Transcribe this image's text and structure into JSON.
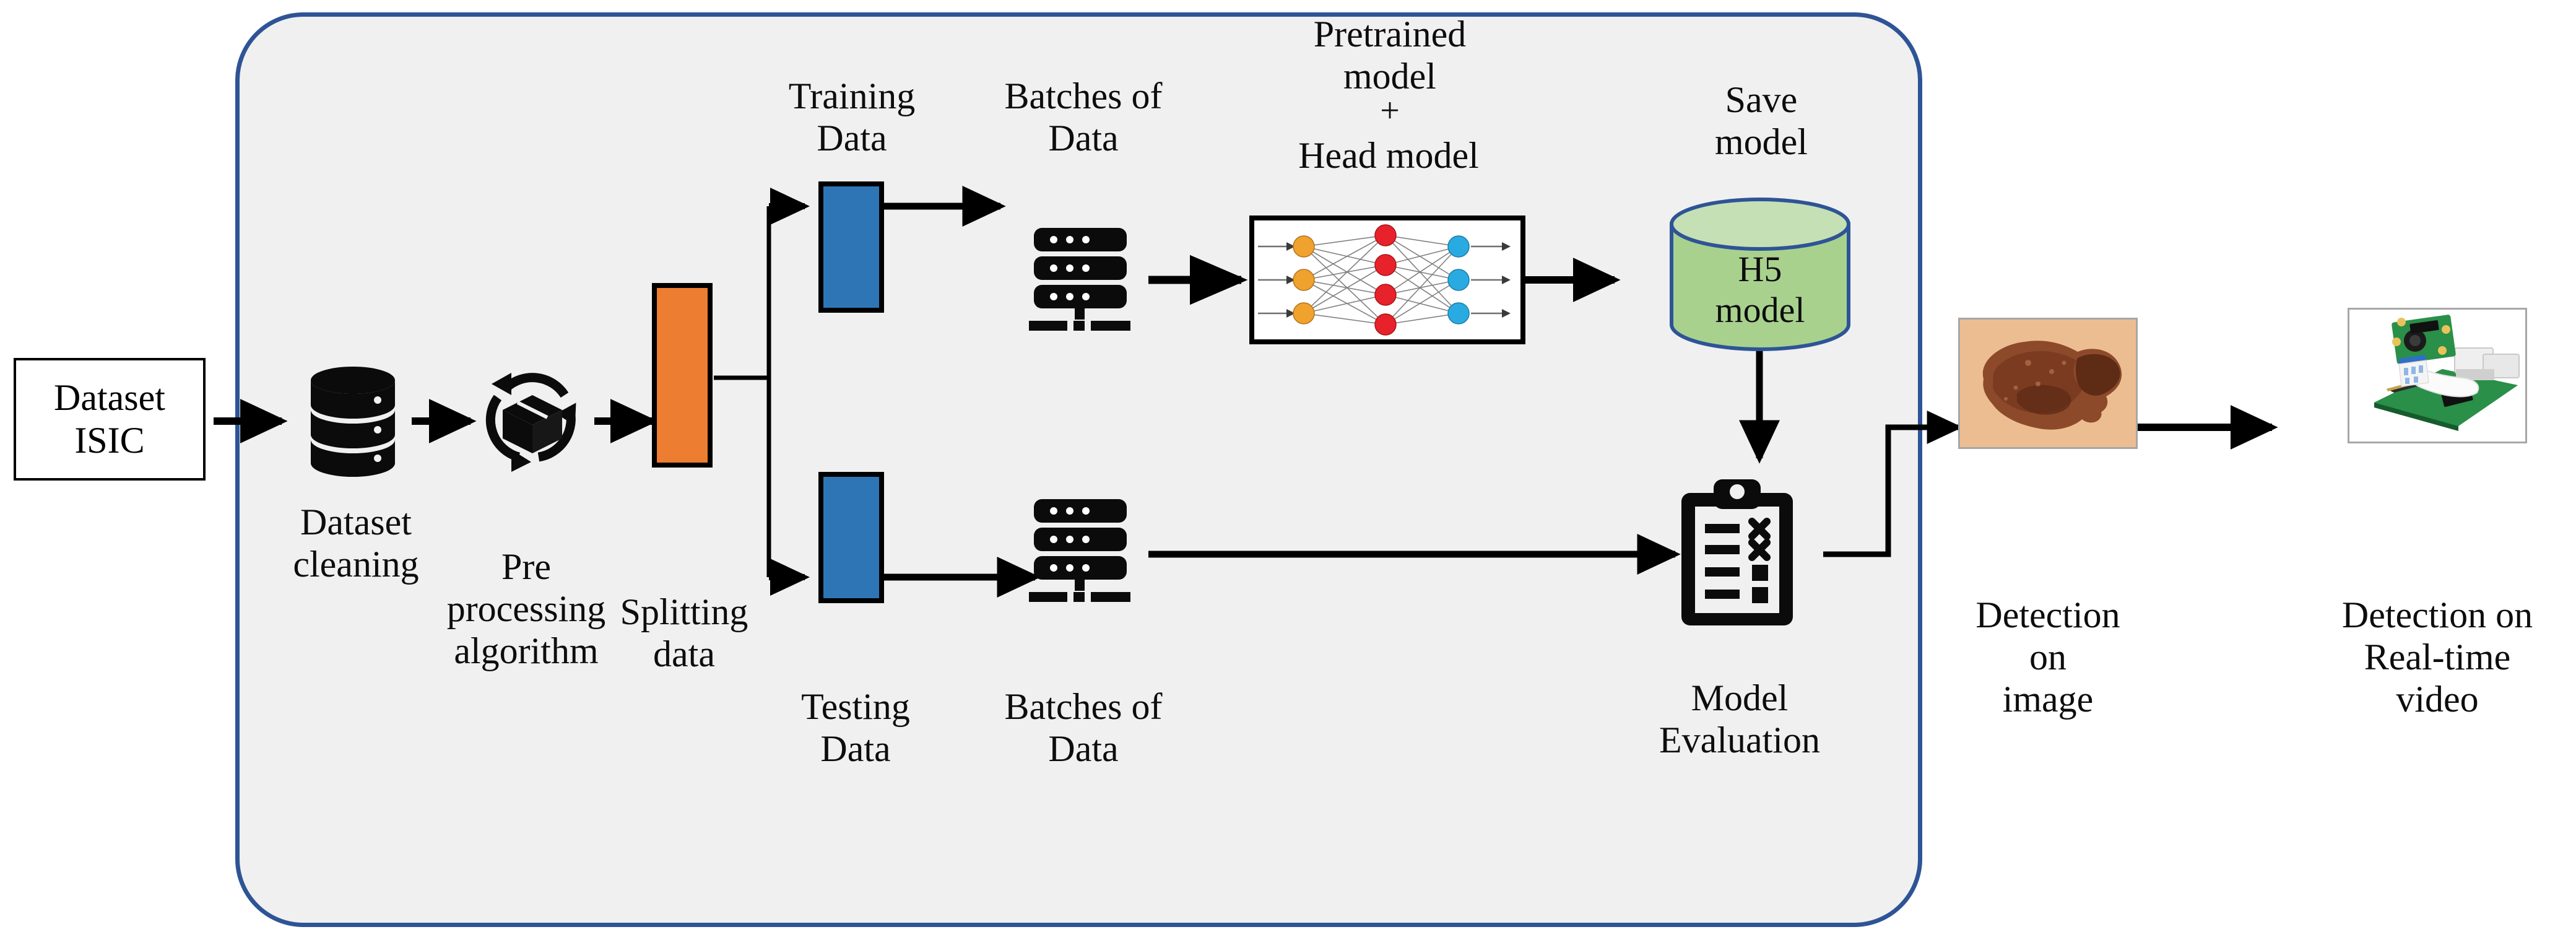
{
  "diagram": {
    "title_present": false,
    "container": {
      "name": "training-pipeline-container",
      "border_color": "#2e5496",
      "fill_color": "#f0f0f0"
    },
    "palette": {
      "orange": "#ed7d31",
      "blue": "#2e75b6",
      "green_cylinder": "#a9d18e",
      "green_cylinder_top": "#c5e0b4",
      "container_border": "#2e5496",
      "container_fill": "#f0f0f0",
      "node_input": "#f0a22e",
      "node_hidden": "#e8222a",
      "node_output": "#29abe2",
      "arrow": "#000000"
    },
    "nodes": [
      {
        "id": "dataset-isic",
        "label": "Dataset\nISIC",
        "icon": "box-outline"
      },
      {
        "id": "dataset-cleaning",
        "label": "Dataset\ncleaning",
        "icon": "database-icon"
      },
      {
        "id": "pre-processing",
        "label": "Pre\nprocessing\nalgorithm",
        "icon": "recycle-box-icon"
      },
      {
        "id": "splitting-data",
        "label": "Splitting\ndata",
        "icon": "orange-bar"
      },
      {
        "id": "training-data",
        "label": "Training\nData",
        "icon": "blue-bar"
      },
      {
        "id": "testing-data",
        "label": "Testing\nData",
        "icon": "blue-bar"
      },
      {
        "id": "batches-of-data-top",
        "label": "Batches of\nData",
        "icon": "server-stack-icon"
      },
      {
        "id": "batches-of-data-bottom",
        "label": "Batches of\nData",
        "icon": "server-stack-icon"
      },
      {
        "id": "pretrained-head-model",
        "label": "Pretrained\nmodel\n+\nHead model",
        "icon": "neural-network-icon"
      },
      {
        "id": "save-model",
        "label": "Save\nmodel",
        "icon": "cylinder-icon",
        "inner_label": "H5\nmodel"
      },
      {
        "id": "model-evaluation",
        "label": "Model\nEvaluation",
        "icon": "clipboard-checklist-icon"
      },
      {
        "id": "detection-on-image",
        "label": "Detection\non\nimage",
        "icon": "skin-lesion-photo"
      },
      {
        "id": "detection-realtime",
        "label": "Detection on\nReal-time\nvideo",
        "icon": "raspberry-pi-photo"
      }
    ],
    "labels": {
      "dataset_isic": "Dataset\nISIC",
      "dataset_cleaning": "Dataset\ncleaning",
      "pre_processing": "Pre\nprocessing\nalgorithm",
      "splitting_data": "Splitting\ndata",
      "training_data": "Training\nData",
      "testing_data": "Testing\nData",
      "batches_top": "Batches of\nData",
      "batches_bottom": "Batches of\nData",
      "pretrained_model": "Pretrained\nmodel",
      "plus": "+",
      "head_model": "Head model",
      "save_model": "Save\nmodel",
      "h5_model": "H5\nmodel",
      "model_evaluation": "Model\nEvaluation",
      "detection_image": "Detection\non\nimage",
      "detection_video": "Detection on\nReal-time\nvideo"
    },
    "neural_network": {
      "input_nodes": 3,
      "hidden_nodes": 4,
      "output_nodes": 3,
      "input_color": "#f0a22e",
      "hidden_color": "#e8222a",
      "output_color": "#29abe2"
    },
    "flow_edges": [
      {
        "from": "dataset-isic",
        "to": "dataset-cleaning"
      },
      {
        "from": "dataset-cleaning",
        "to": "pre-processing"
      },
      {
        "from": "pre-processing",
        "to": "splitting-data"
      },
      {
        "from": "splitting-data",
        "to": "training-data"
      },
      {
        "from": "splitting-data",
        "to": "testing-data"
      },
      {
        "from": "training-data",
        "to": "batches-of-data-top"
      },
      {
        "from": "batches-of-data-top",
        "to": "pretrained-head-model"
      },
      {
        "from": "pretrained-head-model",
        "to": "save-model"
      },
      {
        "from": "save-model",
        "to": "model-evaluation"
      },
      {
        "from": "testing-data",
        "to": "batches-of-data-bottom"
      },
      {
        "from": "batches-of-data-bottom",
        "to": "model-evaluation"
      },
      {
        "from": "model-evaluation",
        "to": "detection-on-image"
      },
      {
        "from": "detection-on-image",
        "to": "detection-realtime"
      }
    ]
  }
}
